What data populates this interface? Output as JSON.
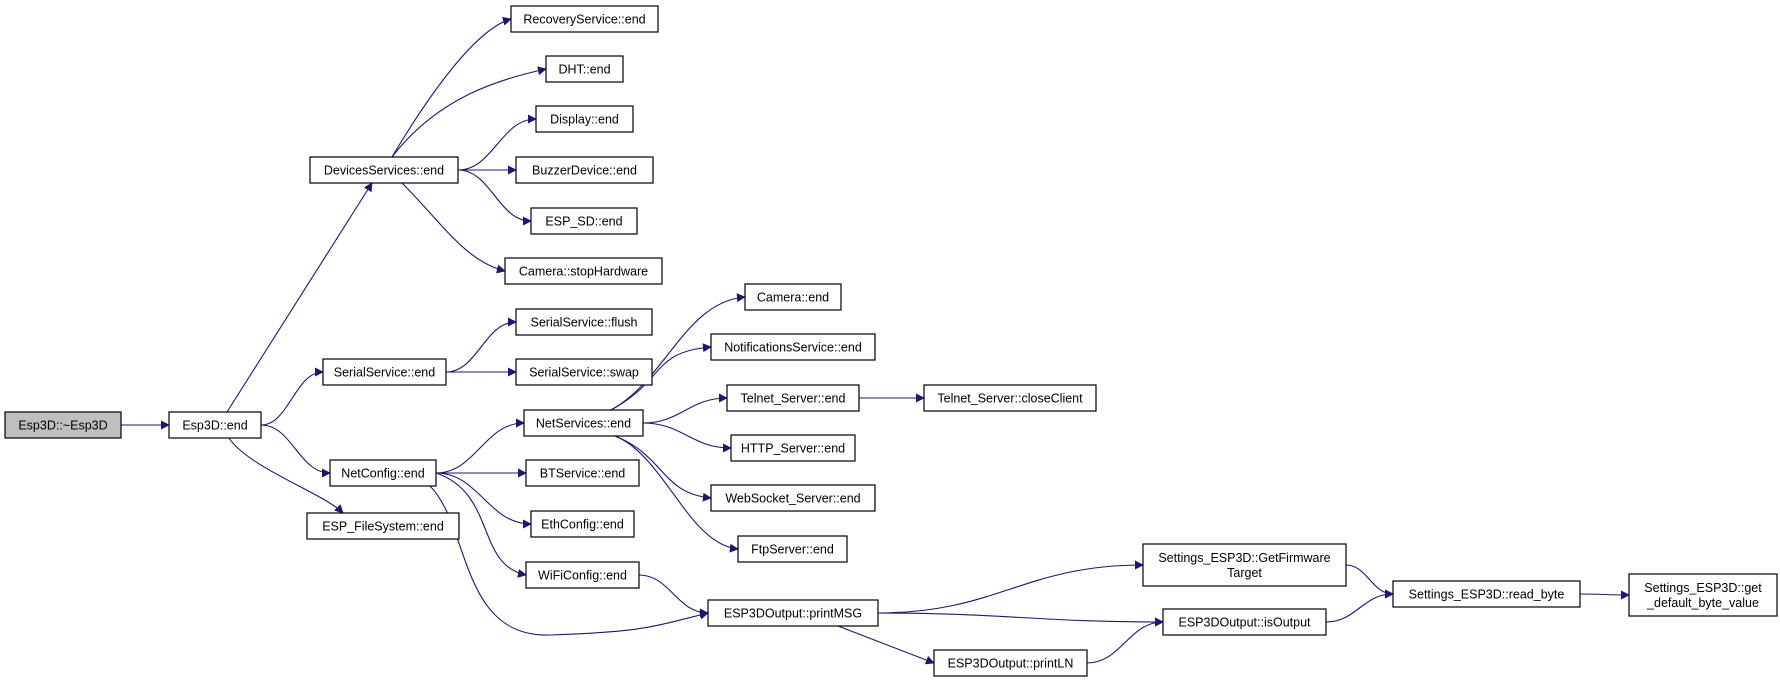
{
  "graph": {
    "nodes": [
      {
        "id": "esp3d_dtor",
        "lines": [
          "Esp3D::~Esp3D"
        ],
        "highlighted": true
      },
      {
        "id": "esp3d_end",
        "lines": [
          "Esp3D::end"
        ]
      },
      {
        "id": "devices_end",
        "lines": [
          "DevicesServices::end"
        ]
      },
      {
        "id": "recovery_end",
        "lines": [
          "RecoveryService::end"
        ]
      },
      {
        "id": "dht_end",
        "lines": [
          "DHT::end"
        ]
      },
      {
        "id": "display_end",
        "lines": [
          "Display::end"
        ]
      },
      {
        "id": "buzzer_end",
        "lines": [
          "BuzzerDevice::end"
        ]
      },
      {
        "id": "espsd_end",
        "lines": [
          "ESP_SD::end"
        ]
      },
      {
        "id": "camera_stophw",
        "lines": [
          "Camera::stopHardware"
        ]
      },
      {
        "id": "serial_end",
        "lines": [
          "SerialService::end"
        ]
      },
      {
        "id": "serial_flush",
        "lines": [
          "SerialService::flush"
        ]
      },
      {
        "id": "serial_swap",
        "lines": [
          "SerialService::swap"
        ]
      },
      {
        "id": "netconfig_end",
        "lines": [
          "NetConfig::end"
        ]
      },
      {
        "id": "espfs_end",
        "lines": [
          "ESP_FileSystem::end"
        ]
      },
      {
        "id": "netservices_end",
        "lines": [
          "NetServices::end"
        ]
      },
      {
        "id": "btservice_end",
        "lines": [
          "BTService::end"
        ]
      },
      {
        "id": "ethconfig_end",
        "lines": [
          "EthConfig::end"
        ]
      },
      {
        "id": "wificonfig_end",
        "lines": [
          "WiFiConfig::end"
        ]
      },
      {
        "id": "camera_end",
        "lines": [
          "Camera::end"
        ]
      },
      {
        "id": "notif_end",
        "lines": [
          "NotificationsService::end"
        ]
      },
      {
        "id": "telnet_end",
        "lines": [
          "Telnet_Server::end"
        ]
      },
      {
        "id": "telnet_close",
        "lines": [
          "Telnet_Server::closeClient"
        ]
      },
      {
        "id": "http_end",
        "lines": [
          "HTTP_Server::end"
        ]
      },
      {
        "id": "ws_end",
        "lines": [
          "WebSocket_Server::end"
        ]
      },
      {
        "id": "ftp_end",
        "lines": [
          "FtpServer::end"
        ]
      },
      {
        "id": "printmsg",
        "lines": [
          "ESP3DOutput::printMSG"
        ]
      },
      {
        "id": "println",
        "lines": [
          "ESP3DOutput::printLN"
        ]
      },
      {
        "id": "isoutput",
        "lines": [
          "ESP3DOutput::isOutput"
        ]
      },
      {
        "id": "getfw",
        "lines": [
          "Settings_ESP3D::GetFirmware",
          "Target"
        ]
      },
      {
        "id": "readbyte",
        "lines": [
          "Settings_ESP3D::read_byte"
        ]
      },
      {
        "id": "getdefault",
        "lines": [
          "Settings_ESP3D::get",
          "_default_byte_value"
        ]
      }
    ],
    "edges": [
      [
        "esp3d_dtor",
        "esp3d_end"
      ],
      [
        "esp3d_end",
        "devices_end"
      ],
      [
        "esp3d_end",
        "serial_end"
      ],
      [
        "esp3d_end",
        "netconfig_end"
      ],
      [
        "esp3d_end",
        "espfs_end"
      ],
      [
        "devices_end",
        "recovery_end"
      ],
      [
        "devices_end",
        "dht_end"
      ],
      [
        "devices_end",
        "display_end"
      ],
      [
        "devices_end",
        "buzzer_end"
      ],
      [
        "devices_end",
        "espsd_end"
      ],
      [
        "devices_end",
        "camera_stophw"
      ],
      [
        "serial_end",
        "serial_flush"
      ],
      [
        "serial_end",
        "serial_swap"
      ],
      [
        "netconfig_end",
        "netservices_end"
      ],
      [
        "netconfig_end",
        "btservice_end"
      ],
      [
        "netconfig_end",
        "ethconfig_end"
      ],
      [
        "netconfig_end",
        "wificonfig_end"
      ],
      [
        "netconfig_end",
        "printmsg"
      ],
      [
        "netservices_end",
        "camera_end"
      ],
      [
        "netservices_end",
        "notif_end"
      ],
      [
        "netservices_end",
        "telnet_end"
      ],
      [
        "netservices_end",
        "http_end"
      ],
      [
        "netservices_end",
        "ws_end"
      ],
      [
        "netservices_end",
        "ftp_end"
      ],
      [
        "telnet_end",
        "telnet_close"
      ],
      [
        "wificonfig_end",
        "printmsg"
      ],
      [
        "printmsg",
        "getfw"
      ],
      [
        "printmsg",
        "isoutput"
      ],
      [
        "printmsg",
        "println"
      ],
      [
        "println",
        "isoutput"
      ],
      [
        "getfw",
        "readbyte"
      ],
      [
        "isoutput",
        "readbyte"
      ],
      [
        "readbyte",
        "getdefault"
      ]
    ]
  }
}
